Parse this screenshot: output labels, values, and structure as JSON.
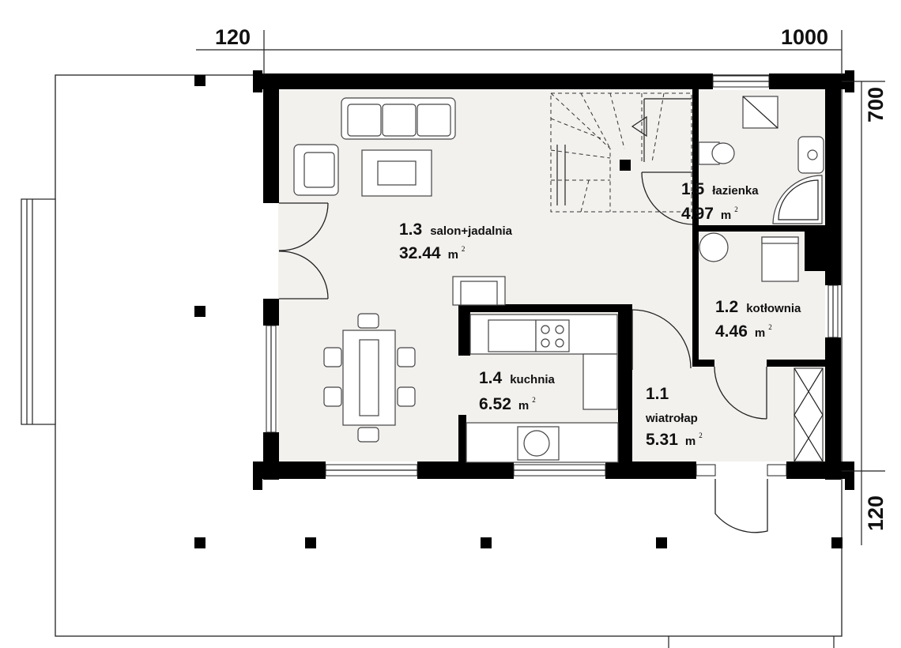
{
  "dimensions": {
    "top_left": "120",
    "top_right": "1000",
    "right_top": "700",
    "right_bottom": "120"
  },
  "rooms": {
    "salon": {
      "number": "1.3",
      "name": "salon+jadalnia",
      "area": "32.44",
      "unit": "m",
      "unit_sup": "2"
    },
    "lazienka": {
      "number": "1.5",
      "name": "łazienka",
      "area": "4.97",
      "unit": "m",
      "unit_sup": "2"
    },
    "kotlownia": {
      "number": "1.2",
      "name": "kotłownia",
      "area": "4.46",
      "unit": "m",
      "unit_sup": "2"
    },
    "kuchnia": {
      "number": "1.4",
      "name": "kuchnia",
      "area": "6.52",
      "unit": "m",
      "unit_sup": "2"
    },
    "wiatrolap": {
      "number": "1.1",
      "name": "wiatrołap",
      "area": "5.31",
      "unit": "m",
      "unit_sup": "2"
    }
  },
  "colors": {
    "wall": "#000000",
    "floor": "#f3f1ee",
    "line": "#222222"
  }
}
